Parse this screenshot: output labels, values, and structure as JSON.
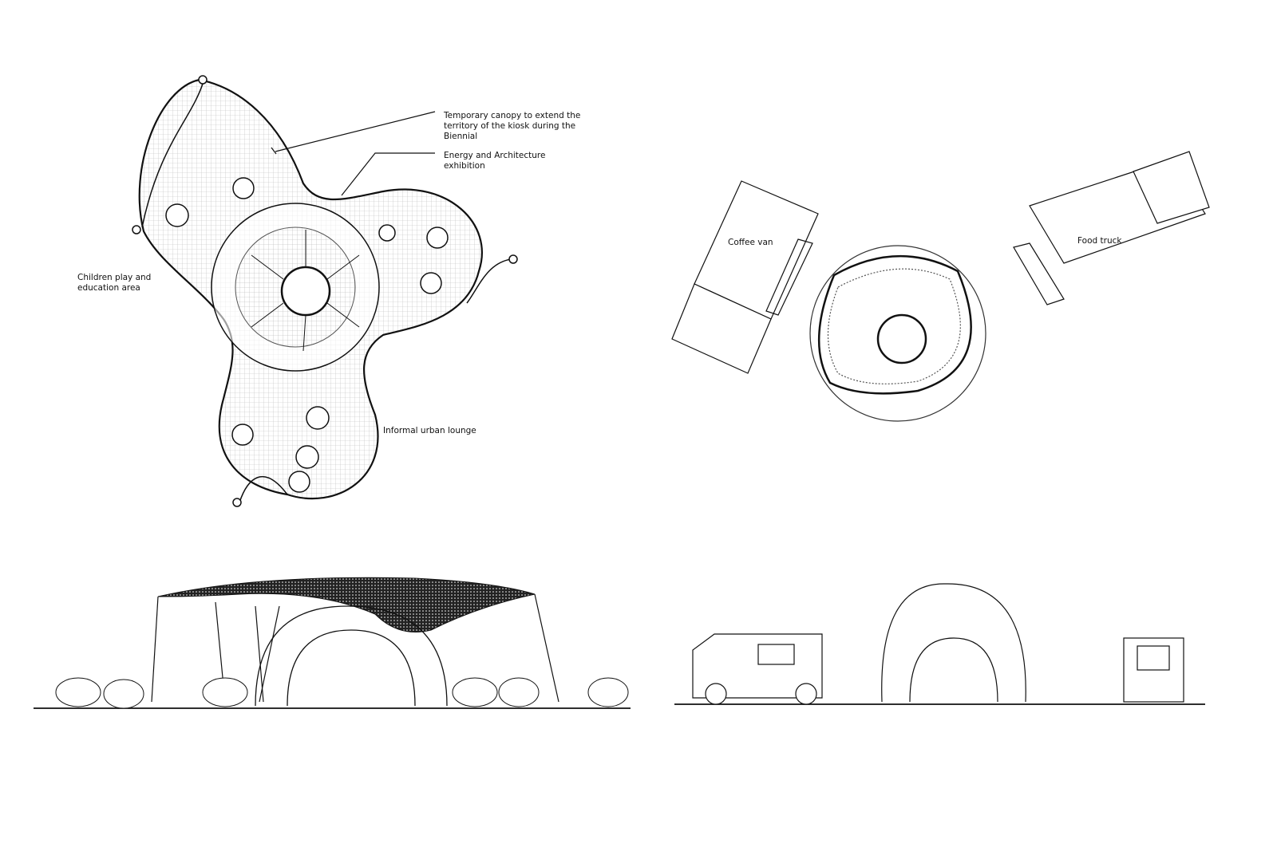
{
  "plan_labels": {
    "canopy": "Temporary canopy to extend the territory of the kiosk during the Biennial",
    "exhibition": "Energy and Architecture exhibition",
    "children": "Children play and education area",
    "lounge": "Informal urban lounge"
  },
  "site_labels": {
    "coffee_van": "Coffee van",
    "food_truck": "Food truck"
  }
}
